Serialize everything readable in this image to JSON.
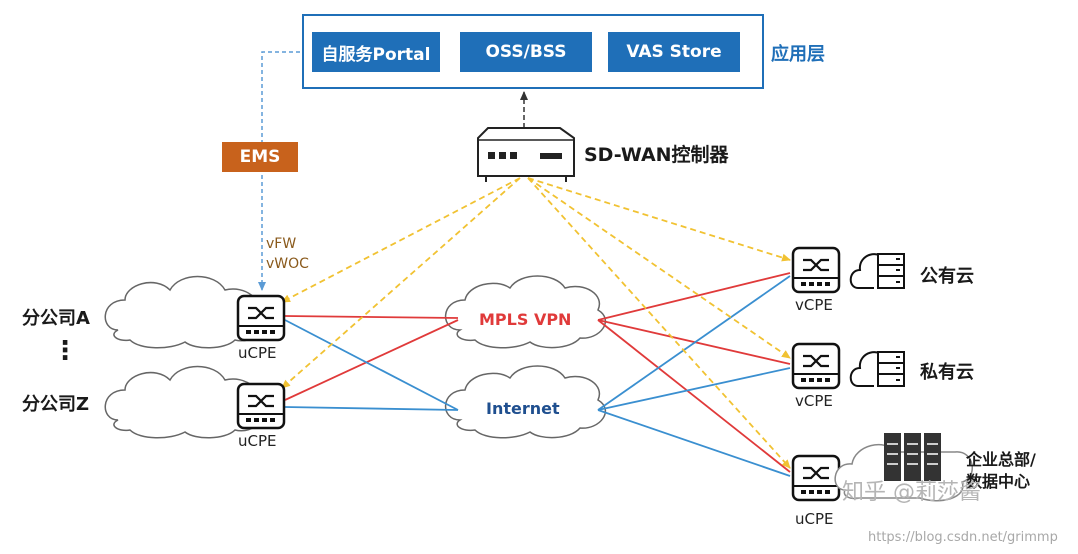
{
  "app_layer": {
    "buttons": [
      "自服务Portal",
      "OSS/BSS",
      "VAS Store"
    ],
    "label": "应用层"
  },
  "controller": {
    "label": "SD-WAN控制器"
  },
  "ems": {
    "label": "EMS"
  },
  "vnf": {
    "line1": "vFW",
    "line2": "vWOC"
  },
  "branches": {
    "a": "分公司A",
    "dots": "⋮",
    "z": "分公司Z",
    "device": "uCPE"
  },
  "networks": {
    "mpls": "MPLS VPN",
    "internet": "Internet"
  },
  "sites": {
    "public_cloud": "公有云",
    "private_cloud": "私有云",
    "hq_line1": "企业总部/",
    "hq_line2": "数据中心",
    "vcpe": "vCPE",
    "ucpe": "uCPE"
  },
  "watermark": {
    "zhihu": "知乎 @莉莎酱",
    "csdn": "https://blog.csdn.net/grimmp"
  },
  "colors": {
    "blue": "#1f6fb8",
    "orange": "#c8621c",
    "red": "#e03a3a",
    "lineblue": "#3a8fd0",
    "dash": "#f1c232"
  }
}
